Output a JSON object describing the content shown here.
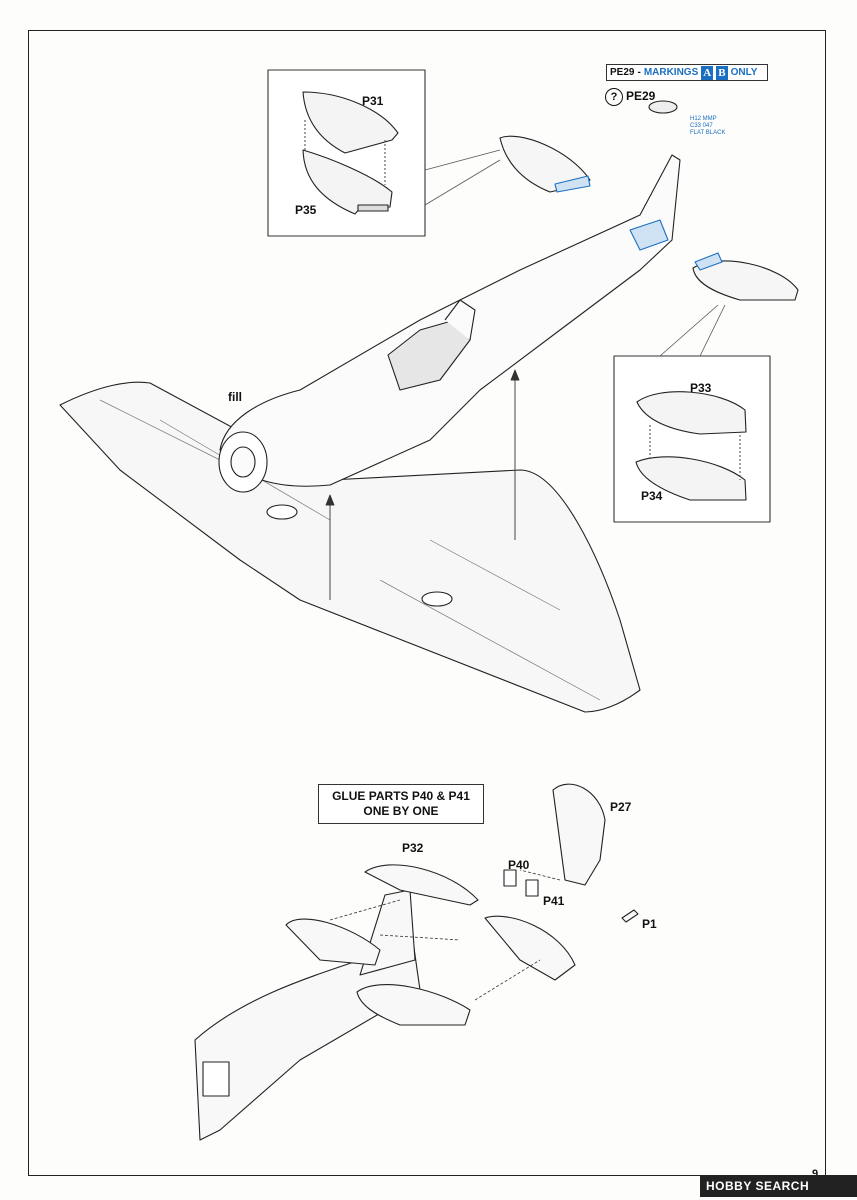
{
  "marking_note": {
    "part": "PE29",
    "separator": " - ",
    "text": "MARKINGS",
    "tag_a": "A",
    "tag_b": "B",
    "suffix": "ONLY",
    "accent_color": "#1b6fc1"
  },
  "optional_symbol": "?",
  "paint_callout": {
    "line1": "H12  MMP",
    "line2": "C33  047",
    "line3": "FLAT BLACK"
  },
  "part_labels": {
    "pe29": "PE29",
    "p31": "P31",
    "p35": "P35",
    "p33": "P33",
    "p34": "P34",
    "fill": "fill",
    "p27": "P27",
    "p32": "P32",
    "p40": "P40",
    "p41": "P41",
    "p1": "P1"
  },
  "glue_note": {
    "line1": "GLUE PARTS P40 & P41",
    "line2": "ONE BY ONE"
  },
  "page_number": "9",
  "watermark": "HOBBY SEARCH"
}
